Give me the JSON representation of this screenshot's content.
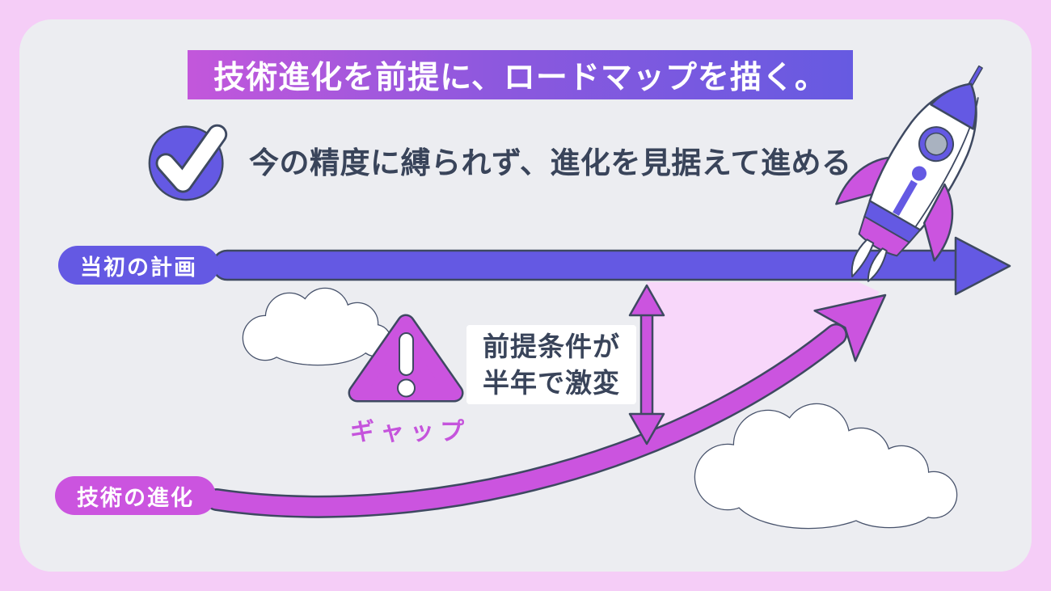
{
  "title": {
    "text": "技術進化を前提に、ロードマップを描く。"
  },
  "key_point": {
    "icon": "check-icon",
    "text": "今の精度に縛られず、進化を見据えて進める"
  },
  "timeline": {
    "plan_label": "当初の計画",
    "tech_label": "技術の進化"
  },
  "gap": {
    "icon": "warning-triangle-icon",
    "label": "ギャップ",
    "callout_line1": "前提条件が",
    "callout_line2": "半年で激変"
  },
  "decorations": {
    "rocket": "rocket-icon",
    "clouds": [
      "cloud-left",
      "cloud-bottom-right"
    ],
    "gap_arrow": "double-headed-vertical-arrow"
  },
  "colors": {
    "outer_background": "#F5CDF7",
    "panel_background": "#ECEDF1",
    "accent_purple": "#6459E3",
    "accent_magenta": "#CB54DF",
    "banner_gradient_left": "#C357DB",
    "banner_gradient_right": "#665AE1",
    "text_dark": "#39445A",
    "gap_region_fill": "#F8D7FA",
    "outline": "#3E4961",
    "window_gray": "#A9B2C0"
  }
}
